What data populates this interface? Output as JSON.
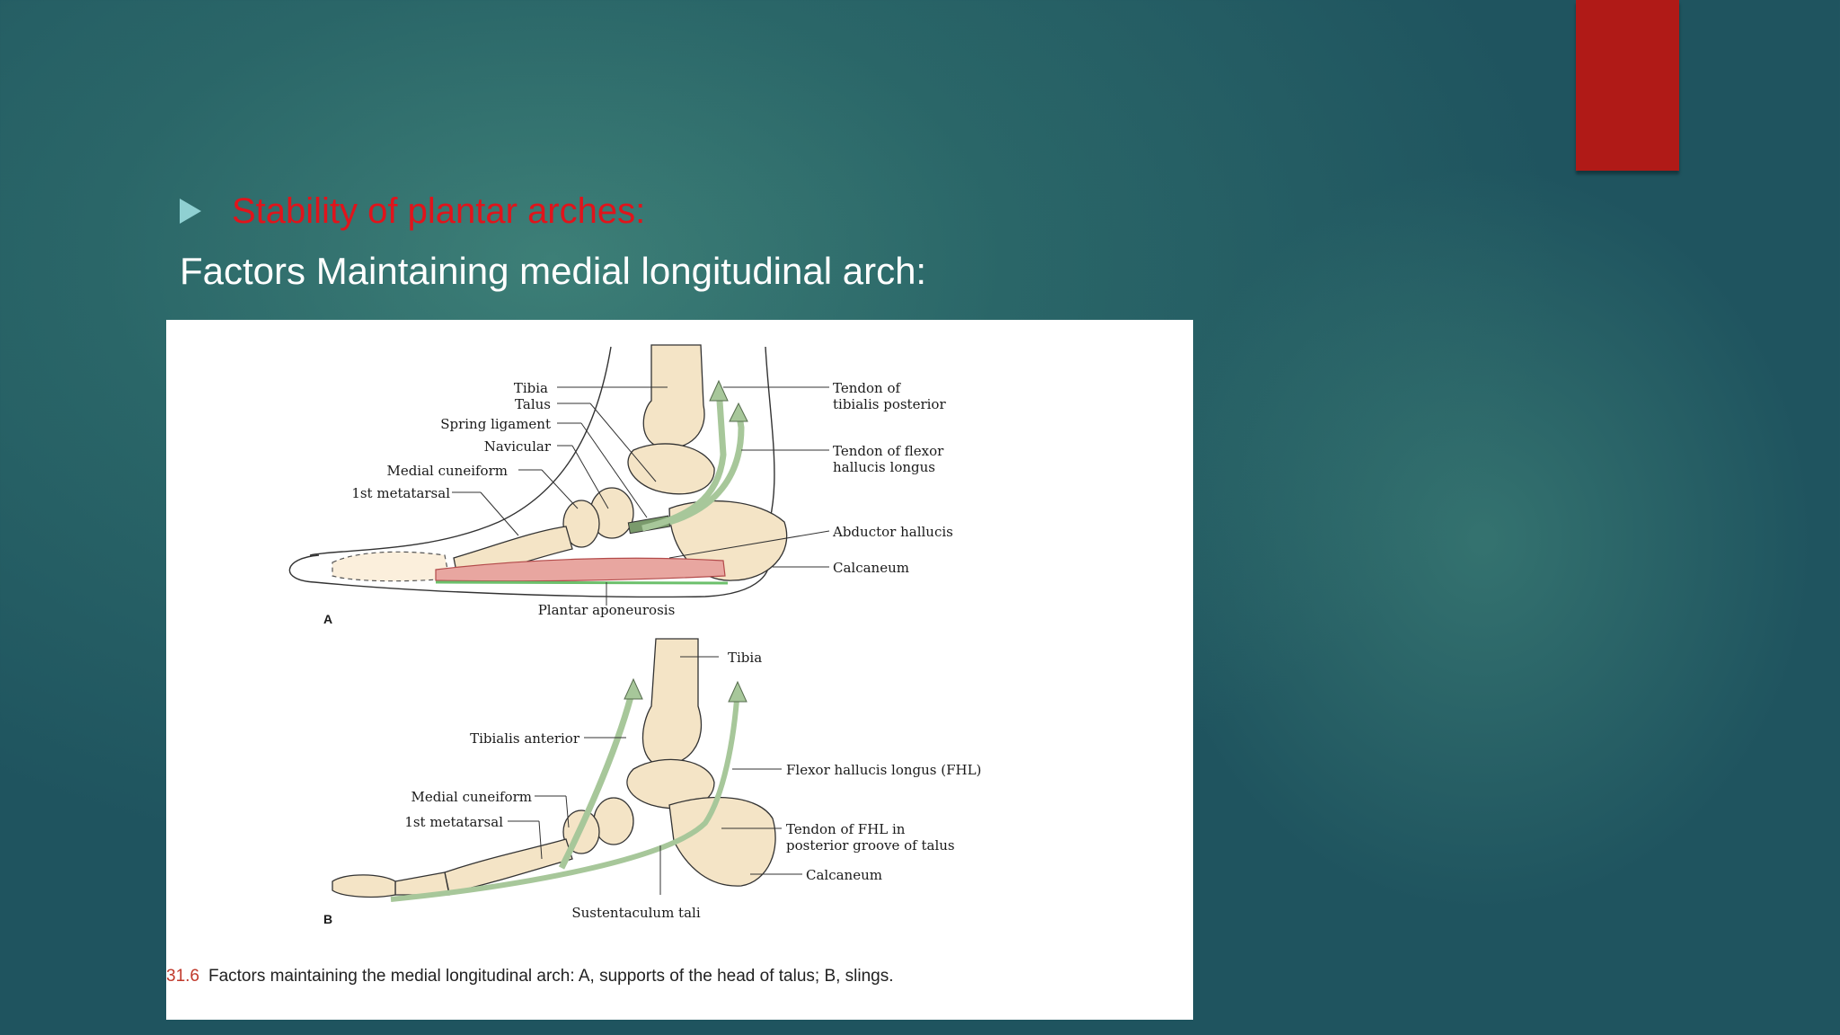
{
  "slide": {
    "bullet_heading": "Stability of plantar arches:",
    "subheading": "Factors Maintaining medial longitudinal arch:",
    "colors": {
      "heading": "#e0141b",
      "accent_bar": "#b01a17",
      "bullet": "#8fd0d2"
    }
  },
  "figure": {
    "panel_a": {
      "letter": "A",
      "labels": {
        "tibia": "Tibia",
        "talus": "Talus",
        "spring_ligament": "Spring ligament",
        "navicular": "Navicular",
        "medial_cuneiform": "Medial cuneiform",
        "first_metatarsal": "1st metatarsal",
        "tendon_tib_post_1": "Tendon of",
        "tendon_tib_post_2": "tibialis posterior",
        "tendon_fhl_1": "Tendon of flexor",
        "tendon_fhl_2": "hallucis longus",
        "abductor_hallucis": "Abductor hallucis",
        "calcaneum": "Calcaneum",
        "plantar_aponeurosis": "Plantar aponeurosis"
      }
    },
    "panel_b": {
      "letter": "B",
      "labels": {
        "tibia": "Tibia",
        "tibialis_anterior": "Tibialis anterior",
        "medial_cuneiform": "Medial cuneiform",
        "first_metatarsal": "1st metatarsal",
        "fhl": "Flexor hallucis longus (FHL)",
        "tendon_fhl_groove_1": "Tendon of FHL in",
        "tendon_fhl_groove_2": "posterior groove of talus",
        "calcaneum": "Calcaneum",
        "sustentaculum": "Sustentaculum tali"
      }
    },
    "caption_number": "31.6",
    "caption_text": "Factors maintaining the medial longitudinal arch: A, supports of the head of talus; B, slings."
  }
}
